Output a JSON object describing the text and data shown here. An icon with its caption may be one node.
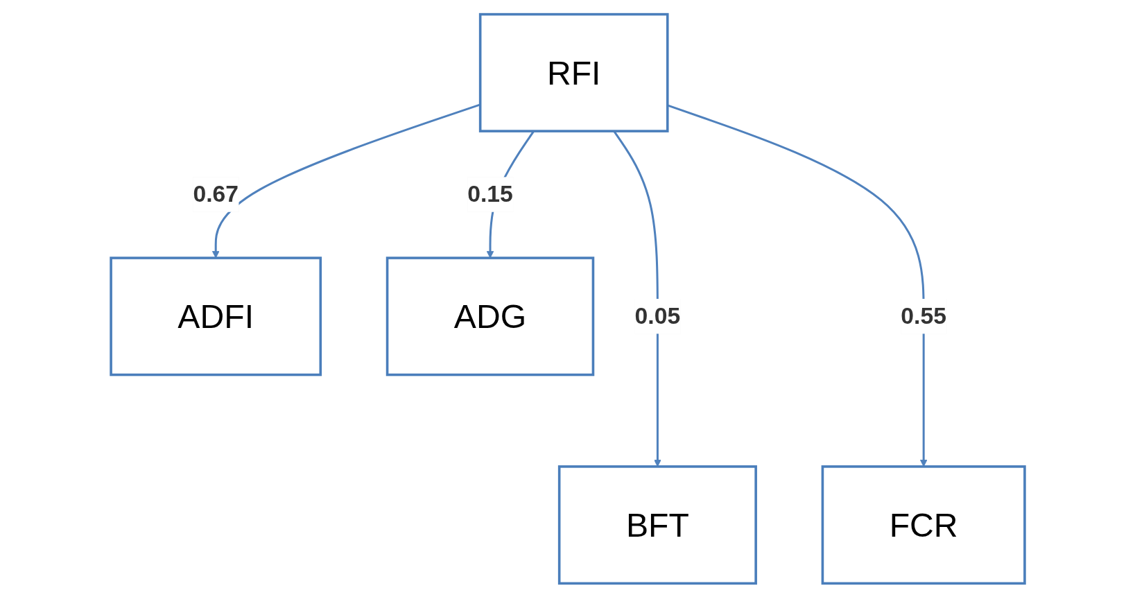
{
  "diagram": {
    "nodes": [
      {
        "text": [
          "RFI"
        ]
      },
      {
        "text": [
          "ADFI"
        ]
      },
      {
        "text": [
          "ADG"
        ]
      },
      {
        "text": [
          "BFT"
        ]
      },
      {
        "text": [
          "FCR"
        ]
      }
    ],
    "edges": [
      {
        "from": 0,
        "to": 1,
        "arrow": "to",
        "label": "0.67"
      },
      {
        "from": 0,
        "to": 2,
        "arrow": "to",
        "label": "0.15"
      },
      {
        "from": 0,
        "to": 3,
        "arrow": "to",
        "label": "0.05"
      },
      {
        "from": 0,
        "to": 4,
        "arrow": "to",
        "label": "0.55"
      }
    ]
  }
}
